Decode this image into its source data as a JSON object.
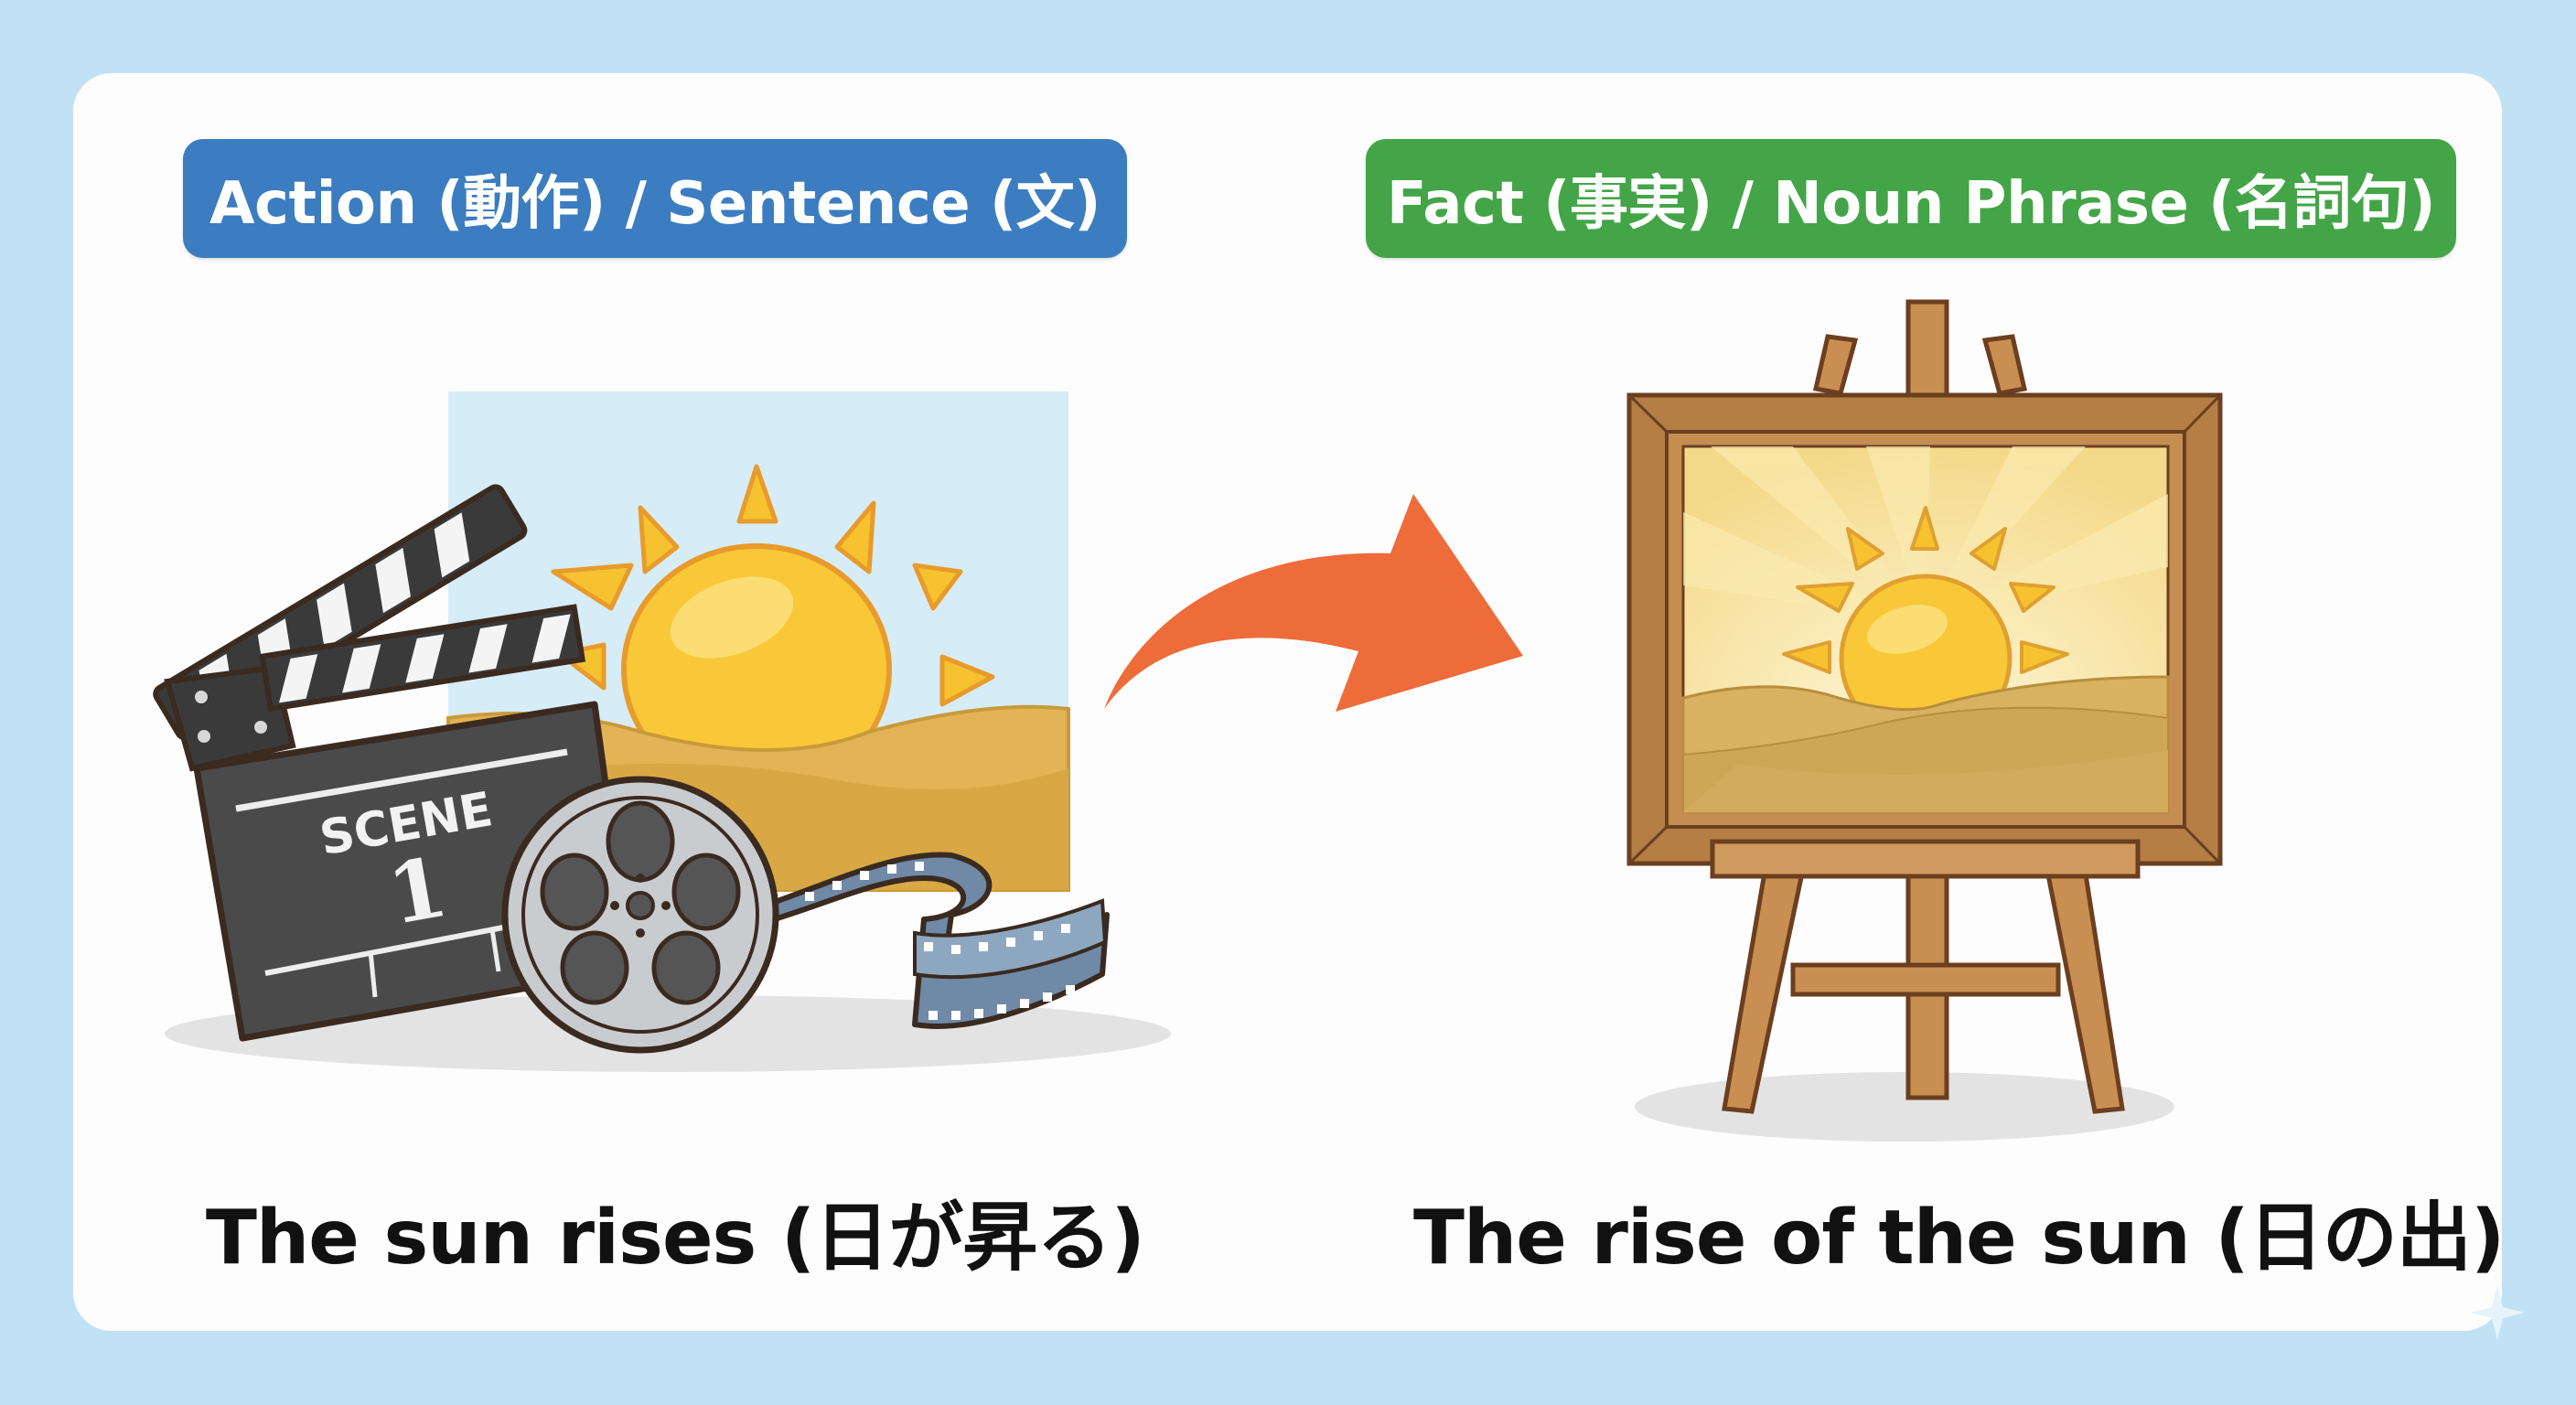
{
  "colors": {
    "background": "#C1E2F5",
    "card": "#FDFDFD",
    "action_pill": "#3B7DC0",
    "fact_pill": "#43A547",
    "arrow": "#EE6B3A",
    "caption_text": "#111111"
  },
  "left_panel": {
    "label": "Action (動作)  / Sentence (文)",
    "illustration": {
      "description": "clapperboard, film reel and film strip in front of a sunrise over dunes",
      "clapperboard_text": "SCENE",
      "clapperboard_number": "1"
    },
    "caption": "The sun rises (日が昇る)"
  },
  "transition": {
    "icon": "curved-arrow-right"
  },
  "right_panel": {
    "label": "Fact (事実)  / Noun Phrase (名詞句)",
    "illustration": {
      "description": "framed painting of a sunrise over dunes on a wooden easel"
    },
    "caption": "The rise of the sun (日の出)"
  }
}
